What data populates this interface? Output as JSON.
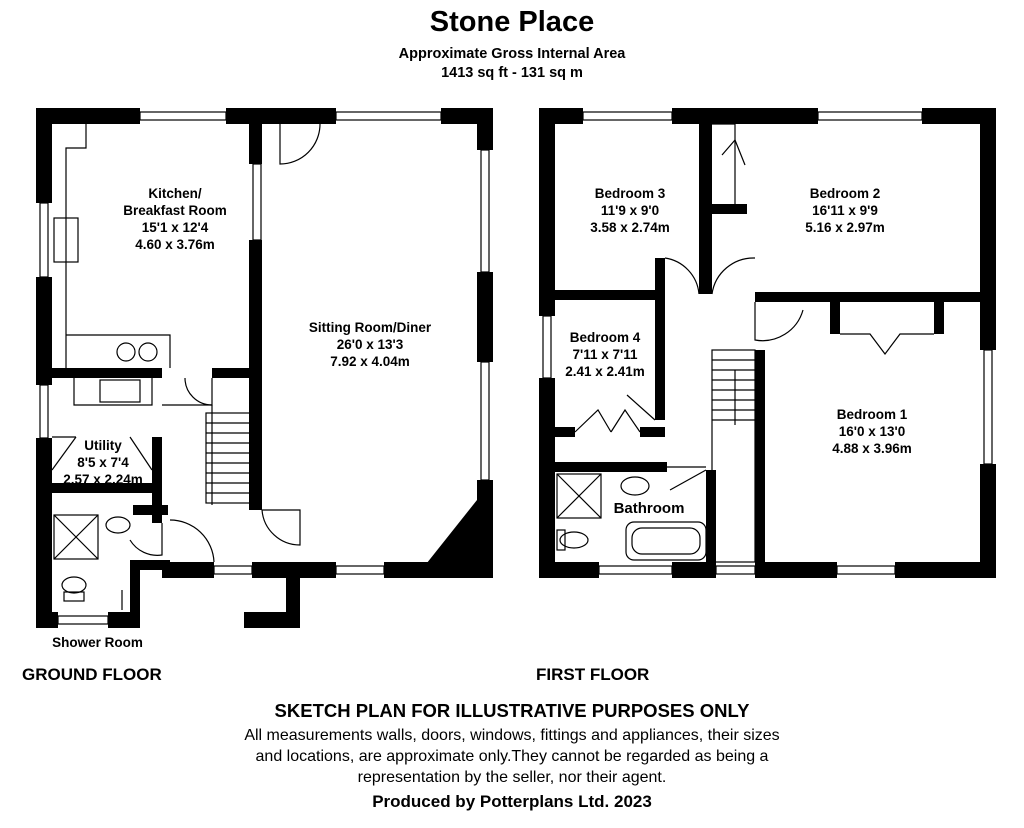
{
  "header": {
    "title": "Stone Place",
    "area_label": "Approximate Gross Internal Area",
    "area_value": "1413 sq ft - 131 sq m"
  },
  "ground_floor": {
    "label": "GROUND FLOOR",
    "rooms": {
      "kitchen": {
        "name1": "Kitchen/",
        "name2": "Breakfast Room",
        "imperial": "15'1 x 12'4",
        "metric": "4.60 x 3.76m"
      },
      "sitting": {
        "name": "Sitting Room/Diner",
        "imperial": "26'0 x 13'3",
        "metric": "7.92 x 4.04m"
      },
      "utility": {
        "name": "Utility",
        "imperial": "8'5 x 7'4",
        "metric": "2.57 x 2.24m"
      },
      "shower": {
        "name": "Shower Room"
      }
    }
  },
  "first_floor": {
    "label": "FIRST FLOOR",
    "rooms": {
      "bed3": {
        "name": "Bedroom 3",
        "imperial": "11'9 x 9'0",
        "metric": "3.58 x 2.74m"
      },
      "bed2": {
        "name": "Bedroom 2",
        "imperial": "16'11 x 9'9",
        "metric": "5.16 x 2.97m"
      },
      "bed4": {
        "name": "Bedroom 4",
        "imperial": "7'11 x 7'11",
        "metric": "2.41 x 2.41m"
      },
      "bed1": {
        "name": "Bedroom 1",
        "imperial": "16'0 x 13'0",
        "metric": "4.88 x 3.96m"
      },
      "bath": {
        "name": "Bathroom"
      }
    }
  },
  "footer": {
    "sketch": "SKETCH PLAN FOR ILLUSTRATIVE PURPOSES ONLY",
    "disclaimer1": "All measurements walls, doors, windows, fittings and appliances, their sizes",
    "disclaimer2": "and locations, are approximate only.They cannot be regarded as being a",
    "disclaimer3": "representation by the seller, nor their agent.",
    "producer": "Produced by Potterplans Ltd. 2023"
  },
  "colors": {
    "wall": "#000000",
    "line": "#000000",
    "background": "#ffffff"
  }
}
